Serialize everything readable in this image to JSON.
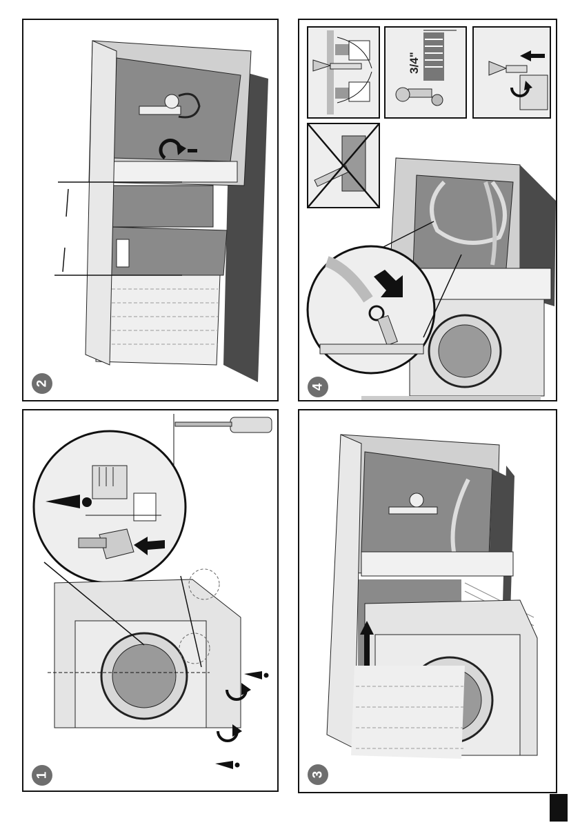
{
  "panels": [
    {
      "id": "step-2",
      "label": "2"
    },
    {
      "id": "step-4",
      "label": "4"
    },
    {
      "id": "step-1",
      "label": "1"
    },
    {
      "id": "step-3",
      "label": "3"
    }
  ],
  "thread_size_label": "3/4\"",
  "colors": {
    "frame": "#111111",
    "cabinet_grey": "#8a8a8a",
    "cabinet_dark": "#4a4a4a",
    "badge": "#6e6e6e",
    "appliance": "#e4e4e4"
  },
  "icons": [
    "rotate-arrow-icon",
    "exclamation-dot-icon",
    "push-arrow-icon",
    "no-cross-icon",
    "screwdriver-icon"
  ]
}
